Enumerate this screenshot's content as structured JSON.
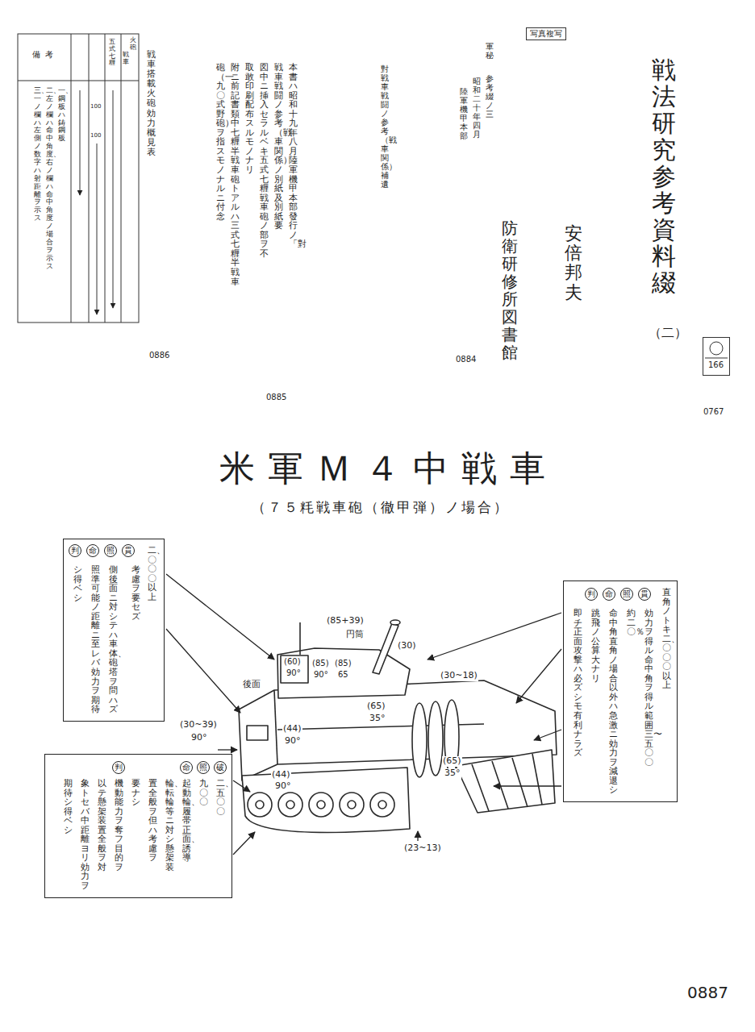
{
  "diagram": {
    "title": "戦法研究参考資料綴",
    "nodes": [
      {
        "text": [
          "写真複写"
        ]
      },
      {
        "text": [
          "166"
        ]
      },
      {
        "text": [
          "戦車搭載火砲効力概見表",
          "備考",
          "火砲",
          "戦車",
          "五式七糎",
          "一、鋼板ハ鋳鋼板",
          "二、左ノ欄ハ命中角度、右ノ欄ハ命中角度ノ場合ヲ示ス",
          "三、一ノ欄ハ左側ノ数字ハ射距離ヲ示ス",
          "100",
          "100"
        ]
      },
      {
        "text": [
          "二、〇〇〇以上",
          "考慮ヲ要セズ",
          "側後面ニ対シテハ車体、砲塔ヲ問ハズ",
          "照準可能ノ距離ニ至レバ効力ヲ期待",
          "シ得ベシ"
        ]
      },
      {
        "text": [
          "貫"
        ],
        "in": 3
      },
      {
        "text": [
          "照"
        ],
        "in": 3
      },
      {
        "text": [
          "命"
        ],
        "in": 3
      },
      {
        "text": [
          "判"
        ],
        "in": 3
      },
      {
        "text": [
          "直角ノトキ二、〇〇〇以上",
          "効力ヲ得ル命中角ヲ得ル範囲三〜五〇〇",
          "約二〇％",
          "命中角直角ノ場合以外ハ急激ニ効力ヲ減退シ",
          "跳飛ノ公算大ナリ",
          "即チ正面攻撃ハ必ズシモ有利ナラズ"
        ]
      },
      {
        "text": [
          "貫"
        ],
        "in": 8
      },
      {
        "text": [
          "照"
        ],
        "in": 8
      },
      {
        "text": [
          "命"
        ],
        "in": 8
      },
      {
        "text": [
          "判"
        ],
        "in": 8
      },
      {
        "text": [
          "二、五〇〇",
          "九〇〇",
          "起動輪、履帯正面、誘導",
          "輪、転輪等ニ対シ懸架装",
          "置全般ヲ但ハ考慮ヲ",
          "要ナシ",
          "機動能力ヲ奪フ目的ヲ",
          "以テ懸架装置全般ヲ対",
          "象トセバ中距離ヨリ効力ヲ",
          "期待シ得ベシ"
        ]
      },
      {
        "text": [
          "破"
        ],
        "in": 13
      },
      {
        "text": [
          "照"
        ],
        "in": 13
      },
      {
        "text": [
          "命"
        ],
        "in": 13
      },
      {
        "text": [
          "判"
        ],
        "in": 13
      }
    ],
    "labels": [
      "（二）",
      "安倍邦夫",
      "防衛研修所図書館",
      "0767",
      "軍秘",
      "参考綴ノ三",
      "昭和二十年四月",
      "陸軍機甲本部",
      "0884",
      "對戦車戦闘ノ参考（戦車関係）補遺",
      "本書ハ昭和十九年八月陸軍機甲本部發行ノ「對",
      "戦車戦闘ノ参考（戦車関係）」ノ別紙及別紙要",
      "図中ニ挿入セラルベキ五式七糎戦車砲ノ部ヲ不",
      "取敢印刷配布スルモノナリ",
      "附ニ前記書類中七糎半戦車砲トアルハ三式七糎半戦車",
      "砲（一九〇式野砲）ヲ指スモノナルニ付念",
      "0885",
      "0886",
      "米軍Ｍ４中戦車",
      "（７５粍戦車砲（徹甲弾）ノ場合）",
      "(85+39)",
      "円筒",
      "(30)",
      "(60)",
      "90°",
      "(85)",
      "90°",
      "(85)",
      "65",
      "(65)",
      "35°",
      "(30~18)",
      "後面",
      "(30~39)",
      "90°",
      "(44)",
      "90°",
      "(44)",
      "90°",
      "(65)",
      "35°",
      "(23~13)",
      "0887"
    ]
  }
}
